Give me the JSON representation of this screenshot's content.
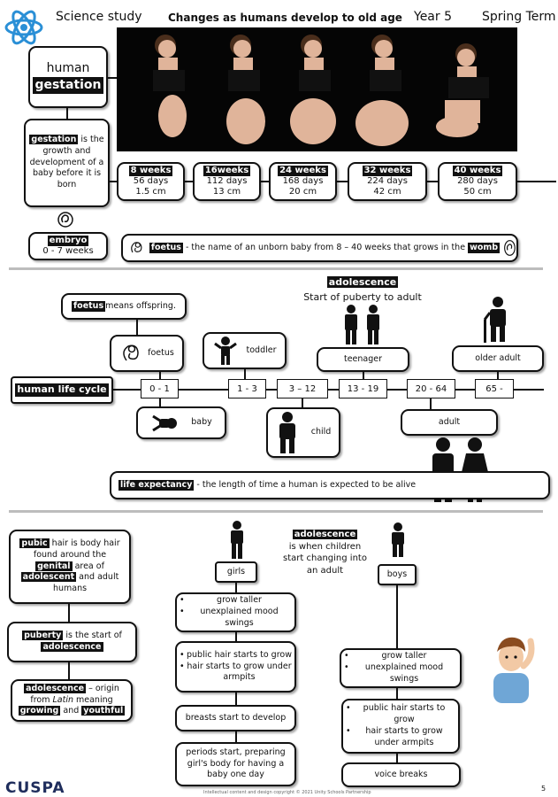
{
  "header": {
    "subject": "Science study",
    "topic": "Changes as humans develop to old age",
    "year": "Year 5",
    "term": "Spring Term"
  },
  "gestation": {
    "title_word1": "human",
    "title_word2": "gestation",
    "definition_term": "gestation",
    "definition_rest": " is the growth and development of a baby before it is born",
    "stages": [
      {
        "weeks": "8 weeks",
        "days": "56 days",
        "size": "1.5 cm"
      },
      {
        "weeks": "16weeks",
        "days": "112 days",
        "size": "13 cm"
      },
      {
        "weeks": "24 weeks",
        "days": "168 days",
        "size": "20 cm"
      },
      {
        "weeks": "32 weeks",
        "days": "224 days",
        "size": "42 cm"
      },
      {
        "weeks": "40 weeks",
        "days": "280 days",
        "size": "50 cm"
      }
    ],
    "embryo_term": "embryo",
    "embryo_range": "0 - 7 weeks",
    "foetus_term": "foetus",
    "foetus_def": " - the name of an unborn baby from 8 – 40 weeks that grows in the ",
    "womb_term": "womb"
  },
  "lifecycle": {
    "adolescence_term": "adolescence",
    "adolescence_sub": "Start of puberty to adult",
    "foetus_means_term": "foetus",
    "foetus_means_rest": " means offspring.",
    "title": "human life cycle",
    "stages": {
      "foetus": "foetus",
      "baby": "baby",
      "toddler": "toddler",
      "child": "child",
      "teenager": "teenager",
      "adult": "adult",
      "older_adult": "older adult"
    },
    "ages": [
      "0 - 1",
      "1 - 3",
      "3 – 12",
      "13 - 19",
      "20 - 64",
      "65 -"
    ],
    "life_exp_term": "life expectancy",
    "life_exp_def": " - the length of time a human is expected to be alive"
  },
  "puberty": {
    "pubic_term": "pubic",
    "pubic_mid": " hair is body hair found around the ",
    "genital_term": "genital",
    "pubic_mid2": " area of ",
    "adolescent_term": "adolescent",
    "pubic_end": " and adult humans",
    "puberty_term": "puberty",
    "puberty_mid": " is the start of ",
    "puberty_adol": "adolescence",
    "origin_term": "adolescence",
    "origin_mid": " – origin from ",
    "origin_latin": "Latin",
    "origin_mid2": " meaning ",
    "growing_term": "growing",
    "origin_and": " and ",
    "youthful_term": "youthful",
    "adol_when_term": "adolescence",
    "adol_when_rest": "is when  children start changing into an adult",
    "girls_label": "girls",
    "boys_label": "boys",
    "girls_box1": [
      "grow taller",
      "unexplained mood swings"
    ],
    "girls_box2": [
      "public hair starts to grow",
      "hair starts to grow under armpits"
    ],
    "girls_box3": "breasts start to develop",
    "girls_box4": "periods start,  preparing girl's body for having a baby one day",
    "boys_box1": [
      "grow taller",
      "unexplained mood swings"
    ],
    "boys_box2": [
      "public hair starts to grow",
      "hair starts to grow under armpits"
    ],
    "boys_box3": "voice breaks"
  },
  "footer": {
    "logo": "CUSPA",
    "copyright": "Intellectual content and design copyright © 2021 Unity Schools Partnership",
    "page": "5"
  },
  "icons": {
    "header_logo": "atom-icon",
    "embryo": "embryo-icon",
    "foetus": "foetus-icon",
    "womb": "womb-icon"
  }
}
